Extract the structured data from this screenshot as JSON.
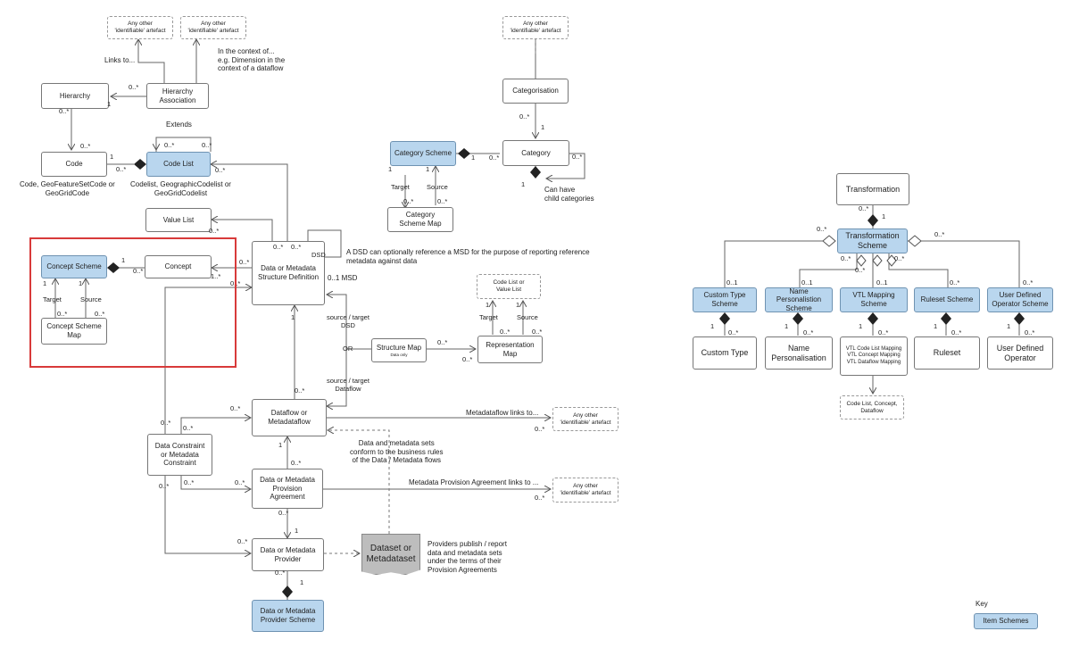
{
  "boxes": {
    "other_top1": "Any other\n'identifiable' artefact",
    "other_top2": "Any other\n'identifiable' artefact",
    "other_top3": "Any other\n'identifiable' artefact",
    "hierarchy": "Hierarchy",
    "hierarchy_assoc": "Hierarchy\nAssociation",
    "code": "Code",
    "code_list": "Code List",
    "value_list": "Value List",
    "concept_scheme": "Concept Scheme",
    "concept": "Concept",
    "concept_scheme_map": "Concept Scheme\nMap",
    "dsd": "Data or Metadata\nStructure Definition",
    "categorisation": "Categorisation",
    "category_scheme": "Category Scheme",
    "category": "Category",
    "category_scheme_map": "Category\nScheme Map",
    "cl_or_vl": "Code List or\nValue List",
    "representation_map": "Representation\nMap",
    "structure_map": "Structure Map",
    "structure_map_sub": "Data only",
    "dataflow": "Dataflow or\nMetadataflow",
    "constraint": "Data Constraint\nor Metadata\nConstraint",
    "other_df": "Any other\n'identifiable' artefact",
    "dpa": "Data or Metadata\nProvision\nAgreement",
    "other_pa": "Any other\n'identifiable' artefact",
    "provider": "Data or Metadata\nProvider",
    "provider_scheme": "Data  or Metadata\nProvider Scheme",
    "dataset": "Dataset or\nMetadataset",
    "transformation": "Transformation",
    "transformation_scheme": "Transformation\nScheme",
    "custom_type_scheme": "Custom Type\nScheme",
    "name_pers_scheme": "Name Personalistion\nScheme",
    "vtl_mapping_scheme": "VTL Mapping\nScheme",
    "ruleset_scheme": "Ruleset Scheme",
    "udo_scheme": "User Defined\nOperator Scheme",
    "custom_type": "Custom Type",
    "name_pers": "Name\nPersonalisation",
    "vtl_mapping": "VTL Code List Mapping\nVTL Concept Mapping\nVTL Dataflow Mapping",
    "ruleset": "Ruleset",
    "udo": "User Defined\nOperator",
    "vtl_targets": "Code List, Concept,\nDataflow",
    "key_item": "Item Schemes"
  },
  "labels": {
    "links_to": "Links to...",
    "in_context": "In the context of...\ne.g. Dimension in the\ncontext of a dataflow",
    "extends": "Extends",
    "code_note": "Code, GeoFeatureSetCode or\nGeoGridCode",
    "codelist_note": "Codelist, GeographicCodelist or\nGeoGridCodelist",
    "dsd_note": "A DSD can optionally reference a MSD for the purpose of reporting reference\nmetadata against data",
    "dsd_lbl": "DSD",
    "msd_lbl": "0..1 MSD",
    "child_categories": "Can have\nchild categories",
    "target": "Target",
    "source": "Source",
    "src_tgt_dsd": "source / target\nDSD",
    "or": "OR",
    "src_tgt_df": "source / target\nDataflow",
    "mdf_links": "Metadataflow links to...",
    "conform": "Data and metadata sets\nconform to the business rules\nof the Data / Metadata flows",
    "mpa_links": "Metadata Provision Agreement links to ...",
    "providers_publish": "Providers publish / report\ndata and metadata sets\nunder the terms of their\nProvision Agreements",
    "key": "Key"
  },
  "mult": {
    "m1": "0..*",
    "one": "1",
    "zero_one": "0..1",
    "one_many": "1..*"
  },
  "colors": {
    "item_scheme": "#b9d6ee",
    "highlight": "#d83a3a"
  }
}
